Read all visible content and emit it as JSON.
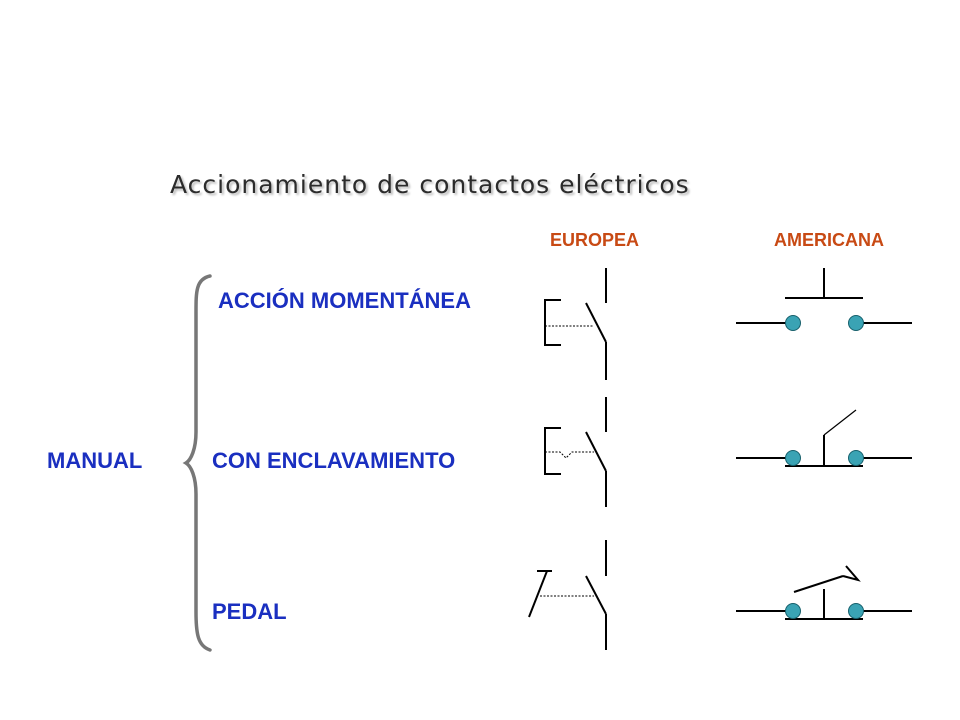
{
  "title": "Accionamiento de contactos eléctricos",
  "columns": {
    "europea": "EUROPEA",
    "americana": "AMERICANA"
  },
  "group_label": "MANUAL",
  "rows": [
    {
      "label": "ACCIÓN MOMENTÁNEA"
    },
    {
      "label": "CON ENCLAVAMIENTO"
    },
    {
      "label": "PEDAL"
    }
  ],
  "colors": {
    "header_orange": "#c84a14",
    "label_blue": "#1a2fc0",
    "terminal_fill": "#3aa3b4",
    "stroke": "#000000",
    "brace": "#777777"
  },
  "icons": {
    "europea": [
      "push-button-contact-icon",
      "latching-contact-icon",
      "pedal-contact-icon"
    ],
    "americana": [
      "push-button-switch-icon",
      "latching-switch-icon",
      "pedal-switch-icon"
    ]
  }
}
